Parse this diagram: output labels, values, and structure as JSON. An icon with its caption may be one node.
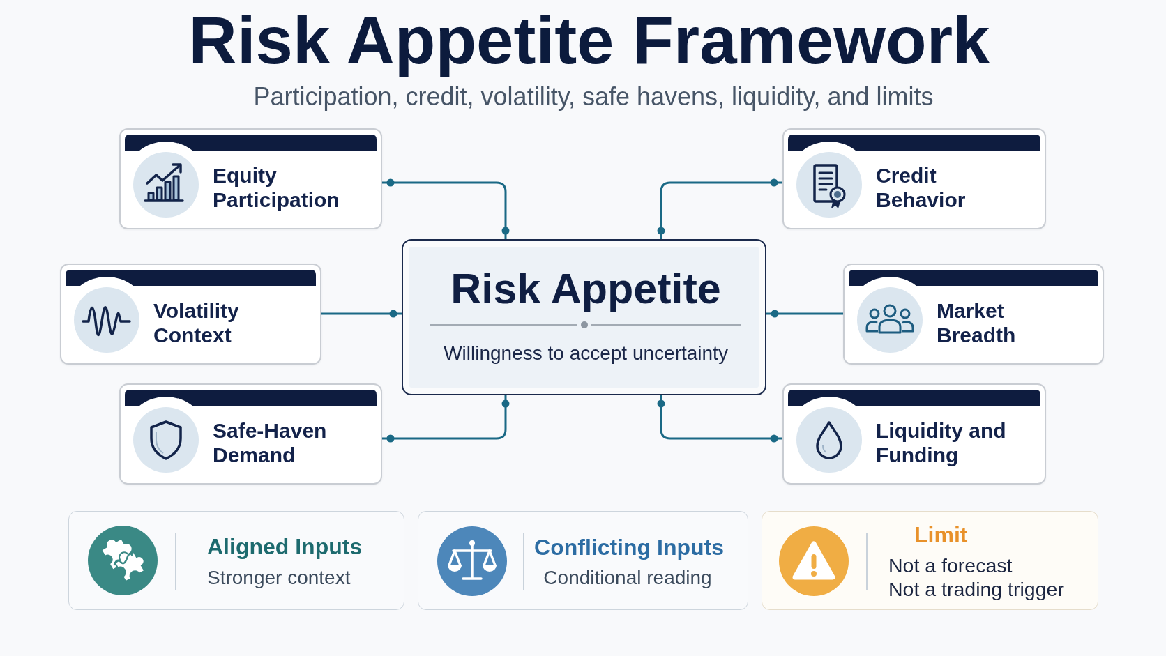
{
  "diagram": {
    "title": "Risk Appetite Framework",
    "nodes": [
      {
        "text": [
          "Equity Participation"
        ]
      },
      {
        "text": [
          "Credit Behavior"
        ]
      },
      {
        "text": [
          "Volatility Context"
        ]
      },
      {
        "text": [
          "Risk Appetite",
          "Willingness to accept uncertainty"
        ]
      },
      {
        "text": [
          "Market Breadth"
        ]
      },
      {
        "text": [
          "Safe-Haven Demand"
        ]
      },
      {
        "text": [
          "Liquidity and Funding"
        ]
      },
      {
        "text": [
          "Aligned Inputs",
          "Stronger context"
        ]
      },
      {
        "text": [
          "Conflicting Inputs",
          "Conditional reading"
        ]
      },
      {
        "text": [
          "Limit",
          "Not a forecast",
          "Not a trading trigger"
        ]
      }
    ],
    "edges": [
      {
        "from": 0,
        "to": 3,
        "arrow": "other"
      },
      {
        "from": 1,
        "to": 3,
        "arrow": "other"
      },
      {
        "from": 2,
        "to": 3,
        "arrow": "other"
      },
      {
        "from": 4,
        "to": 3,
        "arrow": "other"
      },
      {
        "from": 5,
        "to": 3,
        "arrow": "other"
      },
      {
        "from": 6,
        "to": 3,
        "arrow": "other"
      }
    ],
    "labels": [
      "Participation, credit, volatility, safe havens, liquidity, and limits"
    ]
  }
}
